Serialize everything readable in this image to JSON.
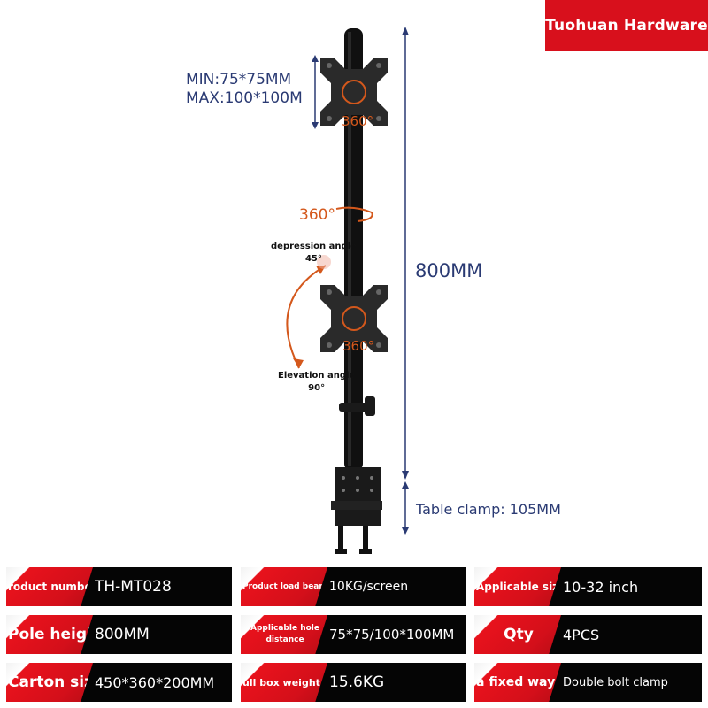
{
  "brand": "Tuohuan Hardware",
  "annotations": {
    "vesa_min": "MIN:75*75MM",
    "vesa_max": "MAX:100*100M",
    "rotation_top": "360°",
    "rotation_middle": "360°",
    "rotation_bottom": "360°",
    "depression_label": "depression angle",
    "depression_value": "45°",
    "elevation_label": "Elevation angle",
    "elevation_value": "90°",
    "pole_height": "800MM",
    "table_clamp": "Table clamp: 105MM"
  },
  "colors": {
    "brand_red": "#d8101c",
    "dimension_blue": "#2a3a73",
    "rotation_orange": "#d4581c",
    "spec_background": "#050505"
  },
  "specs": [
    {
      "label": "roduct number",
      "value": "TH-MT028"
    },
    {
      "label": "Product load bearing",
      "value": "10KG/screen"
    },
    {
      "label": "Applicable size",
      "value": "10-32 inch"
    },
    {
      "label": "Pole height",
      "value": "800MM"
    },
    {
      "label": "Applicable hole distance",
      "value": "75*75/100*100MM"
    },
    {
      "label": "Qty",
      "value": "4PCS"
    },
    {
      "label": "Carton size",
      "value": "450*360*200MM"
    },
    {
      "label": "ull box weight",
      "value": "15.6KG"
    },
    {
      "label": "a fixed way",
      "value": "Double bolt clamp"
    }
  ]
}
